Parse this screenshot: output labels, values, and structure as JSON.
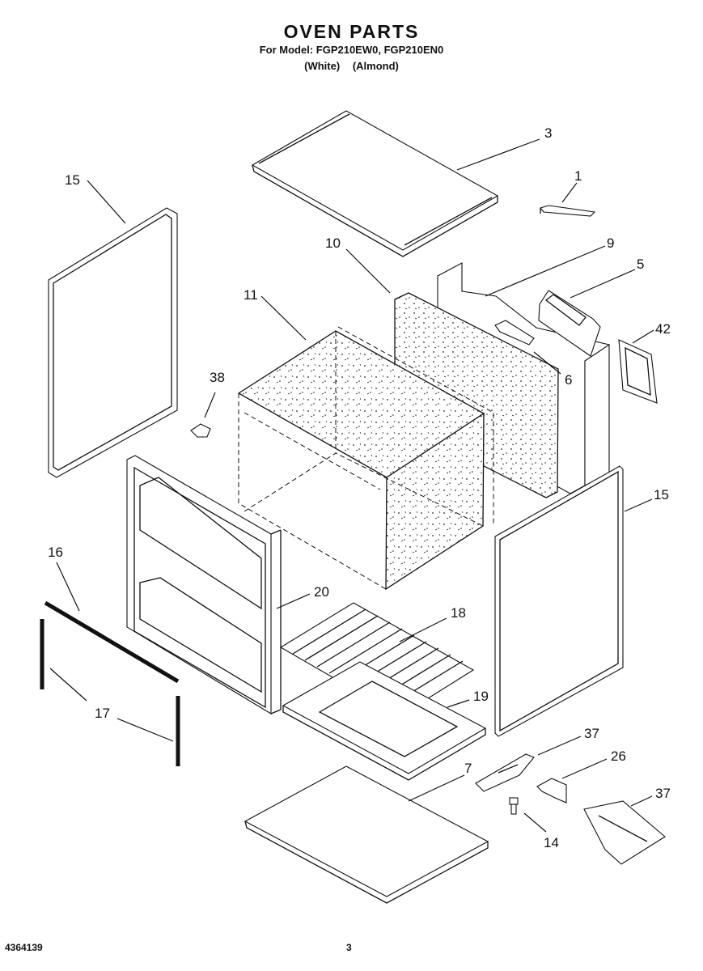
{
  "header": {
    "title": "OVEN PARTS",
    "models": "For Model: FGP210EW0, FGP210EN0",
    "color_white": "(White)",
    "color_almond": "(Almond)"
  },
  "footer": {
    "doc_number": "4364139",
    "page_number": "3"
  },
  "callouts": [
    {
      "id": "c1",
      "label": "1"
    },
    {
      "id": "c3",
      "label": "3"
    },
    {
      "id": "c5",
      "label": "5"
    },
    {
      "id": "c6",
      "label": "6"
    },
    {
      "id": "c7",
      "label": "7"
    },
    {
      "id": "c9",
      "label": "9"
    },
    {
      "id": "c10",
      "label": "10"
    },
    {
      "id": "c11",
      "label": "11"
    },
    {
      "id": "c14",
      "label": "14"
    },
    {
      "id": "c15a",
      "label": "15"
    },
    {
      "id": "c15b",
      "label": "15"
    },
    {
      "id": "c16",
      "label": "16"
    },
    {
      "id": "c17",
      "label": "17"
    },
    {
      "id": "c18",
      "label": "18"
    },
    {
      "id": "c19",
      "label": "19"
    },
    {
      "id": "c20",
      "label": "20"
    },
    {
      "id": "c26",
      "label": "26"
    },
    {
      "id": "c37a",
      "label": "37"
    },
    {
      "id": "c37b",
      "label": "37"
    },
    {
      "id": "c38",
      "label": "38"
    },
    {
      "id": "c42",
      "label": "42"
    }
  ]
}
